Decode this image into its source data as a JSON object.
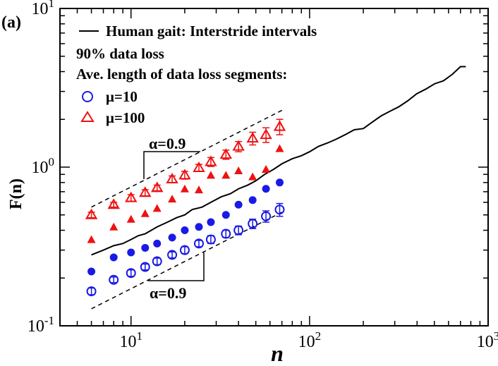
{
  "chart_data": {
    "type": "scatter",
    "panel_label": "(a)",
    "xlabel": "n",
    "ylabel": "F(n)",
    "xscale": "log",
    "yscale": "log",
    "xlim": [
      4,
      1000
    ],
    "ylim": [
      0.1,
      10
    ],
    "x_ticks": [
      {
        "value": 10,
        "base": "10",
        "exp": "1"
      },
      {
        "value": 100,
        "base": "10",
        "exp": "2"
      },
      {
        "value": 1000,
        "base": "10",
        "exp": "3"
      }
    ],
    "y_ticks": [
      {
        "value": 0.1,
        "base": "10",
        "exp": "-1"
      },
      {
        "value": 1,
        "base": "10",
        "exp": "0"
      },
      {
        "value": 10,
        "base": "10",
        "exp": "1"
      }
    ],
    "legend": {
      "placement": "top-left",
      "line_label": "Human gait: Interstride intervals",
      "info_line1": "90% data loss",
      "info_line2": "Ave. length of data loss segments:",
      "mu10_label": "μ=10",
      "mu100_label": "μ=100"
    },
    "colors": {
      "red": "#ee1111",
      "blue": "#1a1ae6",
      "black": "#000000"
    },
    "series": [
      {
        "name": "Human gait: Interstride intervals",
        "style": "black-line",
        "x": [
          6,
          7,
          8,
          9,
          10,
          11,
          12,
          13,
          14,
          16,
          18,
          20,
          22,
          25,
          28,
          32,
          36,
          40,
          45,
          50,
          56,
          63,
          70,
          80,
          90,
          100,
          112,
          126,
          141,
          158,
          178,
          200,
          224,
          251,
          282,
          316,
          355,
          398,
          447,
          501,
          562,
          631,
          700,
          750
        ],
        "y": [
          0.28,
          0.3,
          0.32,
          0.33,
          0.35,
          0.37,
          0.38,
          0.4,
          0.42,
          0.45,
          0.48,
          0.5,
          0.54,
          0.56,
          0.6,
          0.65,
          0.68,
          0.73,
          0.77,
          0.82,
          0.9,
          0.97,
          1.05,
          1.13,
          1.18,
          1.25,
          1.35,
          1.42,
          1.5,
          1.6,
          1.72,
          1.75,
          1.92,
          2.1,
          2.25,
          2.4,
          2.62,
          2.9,
          3.1,
          3.35,
          3.5,
          3.85,
          4.3,
          4.3
        ]
      },
      {
        "name": "μ=10",
        "style": "blue-open-circle",
        "x": [
          6,
          8,
          10,
          12,
          14,
          17,
          20,
          24,
          28,
          34,
          40,
          48,
          57,
          68
        ],
        "y": [
          0.165,
          0.195,
          0.215,
          0.235,
          0.255,
          0.28,
          0.3,
          0.33,
          0.35,
          0.38,
          0.4,
          0.44,
          0.49,
          0.54
        ],
        "err": [
          0.008,
          0.008,
          0.01,
          0.01,
          0.012,
          0.012,
          0.015,
          0.015,
          0.02,
          0.02,
          0.025,
          0.03,
          0.04,
          0.05
        ]
      },
      {
        "name": "μ=10 filled",
        "style": "blue-filled-circle",
        "x": [
          6,
          8,
          10,
          12,
          14,
          17,
          20,
          24,
          28,
          34,
          40,
          48,
          57,
          68
        ],
        "y": [
          0.22,
          0.27,
          0.29,
          0.31,
          0.33,
          0.36,
          0.4,
          0.42,
          0.45,
          0.5,
          0.58,
          0.62,
          0.73,
          0.8
        ]
      },
      {
        "name": "μ=100",
        "style": "red-open-triangle",
        "x": [
          6,
          8,
          10,
          12,
          14,
          17,
          20,
          24,
          28,
          34,
          40,
          48,
          57,
          68
        ],
        "y": [
          0.5,
          0.58,
          0.64,
          0.69,
          0.74,
          0.84,
          0.89,
          0.99,
          1.08,
          1.2,
          1.35,
          1.52,
          1.6,
          1.8
        ],
        "err": [
          0.02,
          0.02,
          0.03,
          0.03,
          0.03,
          0.04,
          0.05,
          0.05,
          0.07,
          0.08,
          0.1,
          0.14,
          0.17,
          0.2
        ]
      },
      {
        "name": "μ=100 filled",
        "style": "red-filled-triangle",
        "x": [
          6,
          8,
          10,
          12,
          14,
          17,
          20,
          24,
          28,
          34,
          40,
          48,
          57,
          68
        ],
        "y": [
          0.35,
          0.42,
          0.47,
          0.51,
          0.55,
          0.63,
          0.73,
          0.72,
          0.89,
          0.89,
          0.95,
          0.87,
          0.97,
          1.31
        ]
      }
    ],
    "annotations": {
      "upper_fit": {
        "label": "α=0.9",
        "x": [
          6,
          70
        ],
        "y": [
          0.56,
          2.28
        ]
      },
      "lower_fit": {
        "label": "α=0.9",
        "x": [
          6,
          70
        ],
        "y": [
          0.128,
          0.52
        ]
      }
    }
  }
}
